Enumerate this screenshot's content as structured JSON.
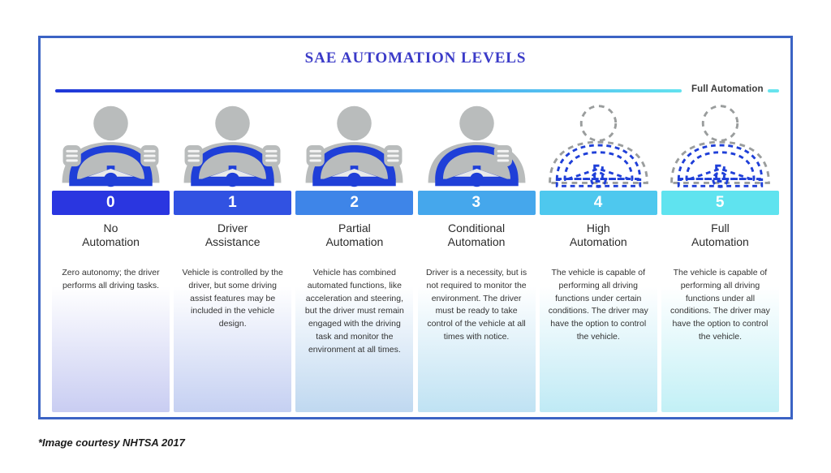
{
  "header": {
    "title": "SAE AUTOMATION LEVELS"
  },
  "spectrum": {
    "end_label": "Full Automation",
    "gradient_start": "#1f37d8",
    "gradient_end": "#63e2ef"
  },
  "levels": [
    {
      "number": "0",
      "name": "No\nAutomation",
      "description": "Zero autonomy; the driver performs all driving tasks.",
      "bar_color": "#2a36e0",
      "card_tint": "#c9cdf2",
      "icon": "driver-hands-on-wheel-icon",
      "icon_style": "solid",
      "hands": "both"
    },
    {
      "number": "1",
      "name": "Driver\nAssistance",
      "description": "Vehicle is controlled by the driver, but some driving assist features may be included in the vehicle design.",
      "bar_color": "#3152e2",
      "card_tint": "#c5d0f2",
      "icon": "driver-hands-on-wheel-icon",
      "icon_style": "solid",
      "hands": "both"
    },
    {
      "number": "2",
      "name": "Partial\nAutomation",
      "description": "Vehicle has combined automated functions, like acceleration and steering, but the driver must remain engaged with the driving task and monitor the environment at all times.",
      "bar_color": "#3e85e8",
      "card_tint": "#bfd8f0",
      "icon": "driver-hands-on-wheel-icon",
      "icon_style": "solid",
      "hands": "both"
    },
    {
      "number": "3",
      "name": "Conditional\nAutomation",
      "description": "Driver is a necessity, but is not required to monitor the environment. The driver must be ready to take control of the vehicle at all times with notice.",
      "bar_color": "#45a7ec",
      "card_tint": "#bfe2f3",
      "icon": "driver-one-hand-on-wheel-icon",
      "icon_style": "solid",
      "hands": "right"
    },
    {
      "number": "4",
      "name": "High\nAutomation",
      "description": "The vehicle is capable of performing all driving functions under certain conditions. The driver may have the option to control the vehicle.",
      "bar_color": "#4ec8ee",
      "card_tint": "#bfeaf5",
      "icon": "driver-dashed-outline-icon",
      "icon_style": "dashed",
      "hands": "none"
    },
    {
      "number": "5",
      "name": "Full\nAutomation",
      "description": "The vehicle is capable of performing all driving functions under all conditions. The driver may have the option to control the vehicle.",
      "bar_color": "#5fe3ef",
      "card_tint": "#c2f0f6",
      "icon": "driver-dashed-outline-icon",
      "icon_style": "dashed",
      "hands": "none"
    }
  ],
  "footer": {
    "credit": "*Image courtesy NHTSA 2017"
  }
}
